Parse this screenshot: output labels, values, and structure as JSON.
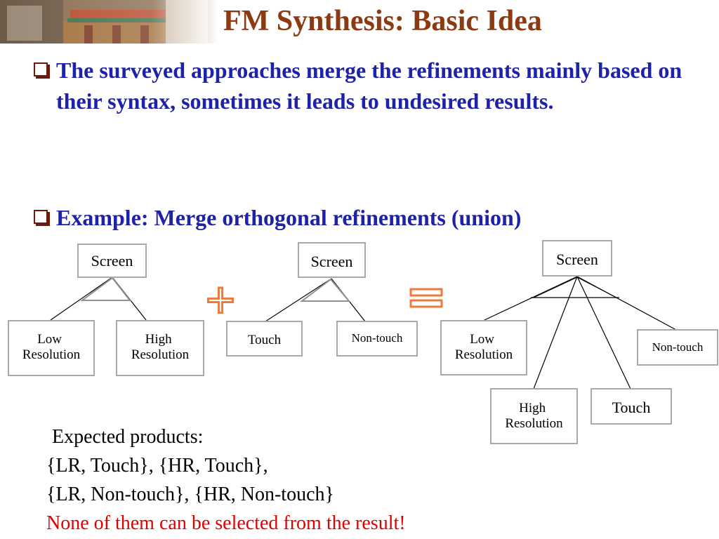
{
  "title": "FM Synthesis: Basic Idea",
  "bullets": [
    "The surveyed approaches merge the refinements mainly based on their syntax, sometimes it leads to undesired results.",
    "Example: Merge orthogonal refinements (union)"
  ],
  "diagram": {
    "left": {
      "root": "Screen",
      "children": [
        {
          "line1": "Low",
          "line2": "Resolution"
        },
        {
          "line1": "High",
          "line2": "Resolution"
        }
      ]
    },
    "plus_symbol": "+",
    "middle": {
      "root": "Screen",
      "children": [
        "Touch",
        "Non-touch"
      ]
    },
    "equals_symbol": "=",
    "right": {
      "root": "Screen",
      "low": {
        "line1": "Low",
        "line2": "Resolution"
      },
      "non_touch": "Non-touch",
      "high": {
        "line1": "High",
        "line2": "Resolution"
      },
      "touch": "Touch"
    }
  },
  "expected": {
    "heading": "Expected products:",
    "line1": "{LR, Touch}, {HR, Touch},",
    "line2": "{LR, Non-touch}, {HR, Non-touch}",
    "warning": "None of them can be selected from the result!"
  },
  "colors": {
    "title": "#8B3A12",
    "bullet_text": "#1E22A8",
    "operator": "#F07A3C",
    "warning": "#E00000"
  }
}
